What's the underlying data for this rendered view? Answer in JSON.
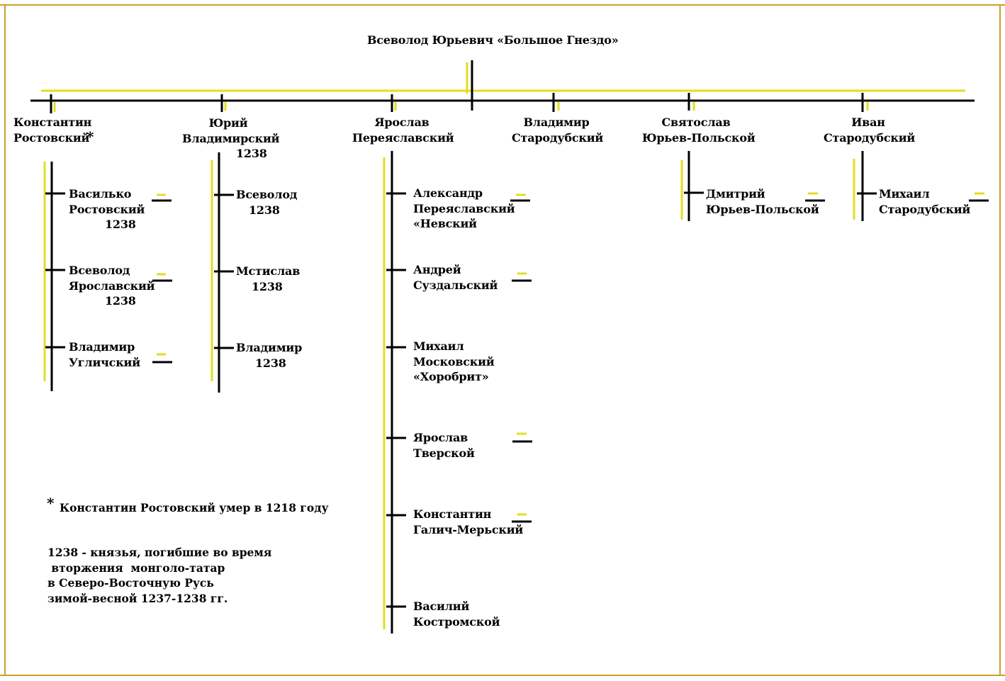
{
  "colors": {
    "frame": "#c9a227",
    "yellow": "#e3dd22",
    "line": "#000000"
  },
  "root": "Всеволод Юрьевич «Большое Гнездо»",
  "sons": [
    {
      "name": "Константин\nРостовский",
      "star": "*"
    },
    {
      "name": "Юрий\nВладимирский",
      "year": "1238"
    },
    {
      "name": "Ярослав\nПереяславский"
    },
    {
      "name": "Владимир\nСтародубский"
    },
    {
      "name": "Святослав\nЮрьев-Польской"
    },
    {
      "name": "Иван\nСтародубский"
    }
  ],
  "grandsons": {
    "konstantin": [
      {
        "name": "Василько\nРостовский",
        "year": "1238"
      },
      {
        "name": "Всеволод\nЯрославский",
        "year": "1238"
      },
      {
        "name": "Владимир\nУгличский"
      }
    ],
    "yuri": [
      {
        "name": "Всеволод",
        "year": "1238"
      },
      {
        "name": "Мстислав",
        "year": "1238"
      },
      {
        "name": "Владимир",
        "year": "1238"
      }
    ],
    "yaroslav": [
      {
        "name": "Александр\nПереяславский\n«Невский"
      },
      {
        "name": "Андрей\nСуздальский"
      },
      {
        "name": "Михаил\nМосковский\n«Хоробрит»"
      },
      {
        "name": "Ярослав\nТверской"
      },
      {
        "name": "Константин\nГалич-Мерьский"
      },
      {
        "name": "Василий\nКостромской"
      }
    ],
    "svyatoslav": [
      {
        "name": "Дмитрий\nЮрьев-Польской"
      }
    ],
    "ivan": [
      {
        "name": "Михаил\nСтародубский"
      }
    ]
  },
  "notes": {
    "star": "*",
    "star_note": "Константин Ростовский умер в 1218 году",
    "year_note": "1238 - князья, погибшие во время\n вторжения  монголо-татар\nв Северо-Восточную Русь\nзимой-весной 1237-1238 гг."
  }
}
